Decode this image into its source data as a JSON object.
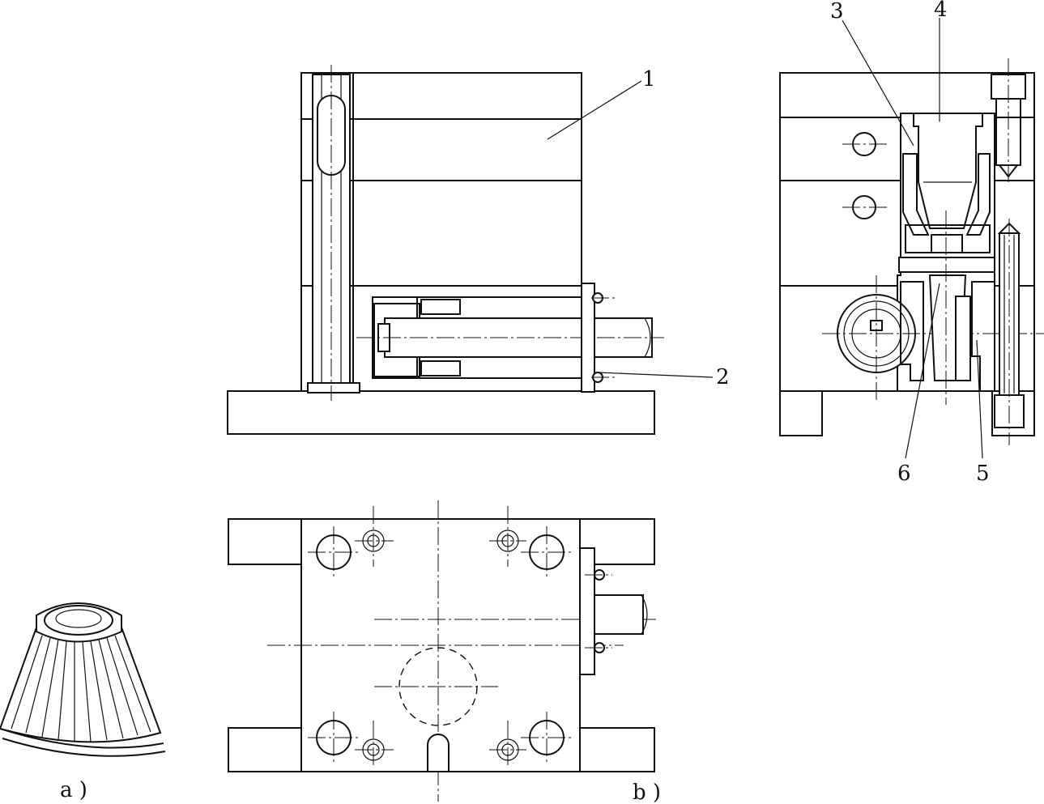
{
  "figure": {
    "subfigure_a_label": "a )",
    "subfigure_b_label": "b )"
  },
  "callouts": [
    {
      "id": "1",
      "text": "1"
    },
    {
      "id": "2",
      "text": "2"
    },
    {
      "id": "3",
      "text": "3"
    },
    {
      "id": "4",
      "text": "4"
    },
    {
      "id": "5",
      "text": "5"
    },
    {
      "id": "6",
      "text": "6"
    }
  ],
  "colors": {
    "ink": "#111111",
    "paper": "#ffffff"
  }
}
